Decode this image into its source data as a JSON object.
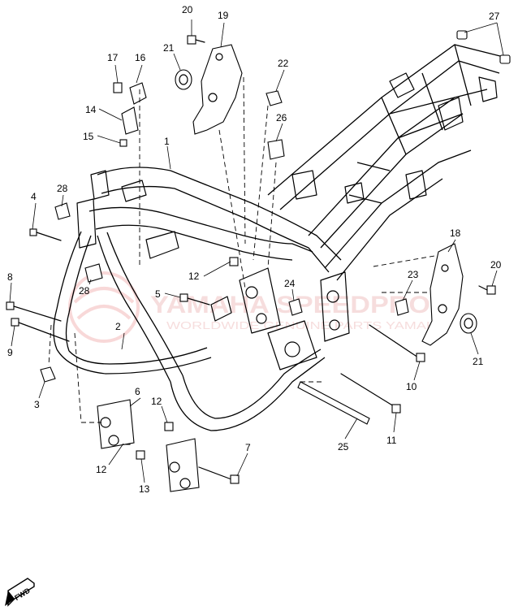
{
  "watermark": {
    "brand_text": "YAMAHA SPEEDPRO",
    "tagline": "WORLDWIDE GENUINE PARTS YAMAHA"
  },
  "callouts": [
    {
      "id": "c1",
      "label": "1"
    },
    {
      "id": "c2",
      "label": "2"
    },
    {
      "id": "c3",
      "label": "3"
    },
    {
      "id": "c4",
      "label": "4"
    },
    {
      "id": "c5",
      "label": "5"
    },
    {
      "id": "c6",
      "label": "6"
    },
    {
      "id": "c7",
      "label": "7"
    },
    {
      "id": "c8",
      "label": "8"
    },
    {
      "id": "c9",
      "label": "9"
    },
    {
      "id": "c10",
      "label": "10"
    },
    {
      "id": "c11",
      "label": "11"
    },
    {
      "id": "c12a",
      "label": "12"
    },
    {
      "id": "c12b",
      "label": "12"
    },
    {
      "id": "c12c",
      "label": "12"
    },
    {
      "id": "c13",
      "label": "13"
    },
    {
      "id": "c14",
      "label": "14"
    },
    {
      "id": "c15",
      "label": "15"
    },
    {
      "id": "c16",
      "label": "16"
    },
    {
      "id": "c17",
      "label": "17"
    },
    {
      "id": "c18",
      "label": "18"
    },
    {
      "id": "c19",
      "label": "19"
    },
    {
      "id": "c20a",
      "label": "20"
    },
    {
      "id": "c20b",
      "label": "20"
    },
    {
      "id": "c21a",
      "label": "21"
    },
    {
      "id": "c21b",
      "label": "21"
    },
    {
      "id": "c22",
      "label": "22"
    },
    {
      "id": "c23",
      "label": "23"
    },
    {
      "id": "c24",
      "label": "24"
    },
    {
      "id": "c25",
      "label": "25"
    },
    {
      "id": "c26",
      "label": "26"
    },
    {
      "id": "c27",
      "label": "27"
    },
    {
      "id": "c28a",
      "label": "28"
    },
    {
      "id": "c28b",
      "label": "28"
    }
  ],
  "fwd_badge": {
    "label": "FWD"
  }
}
